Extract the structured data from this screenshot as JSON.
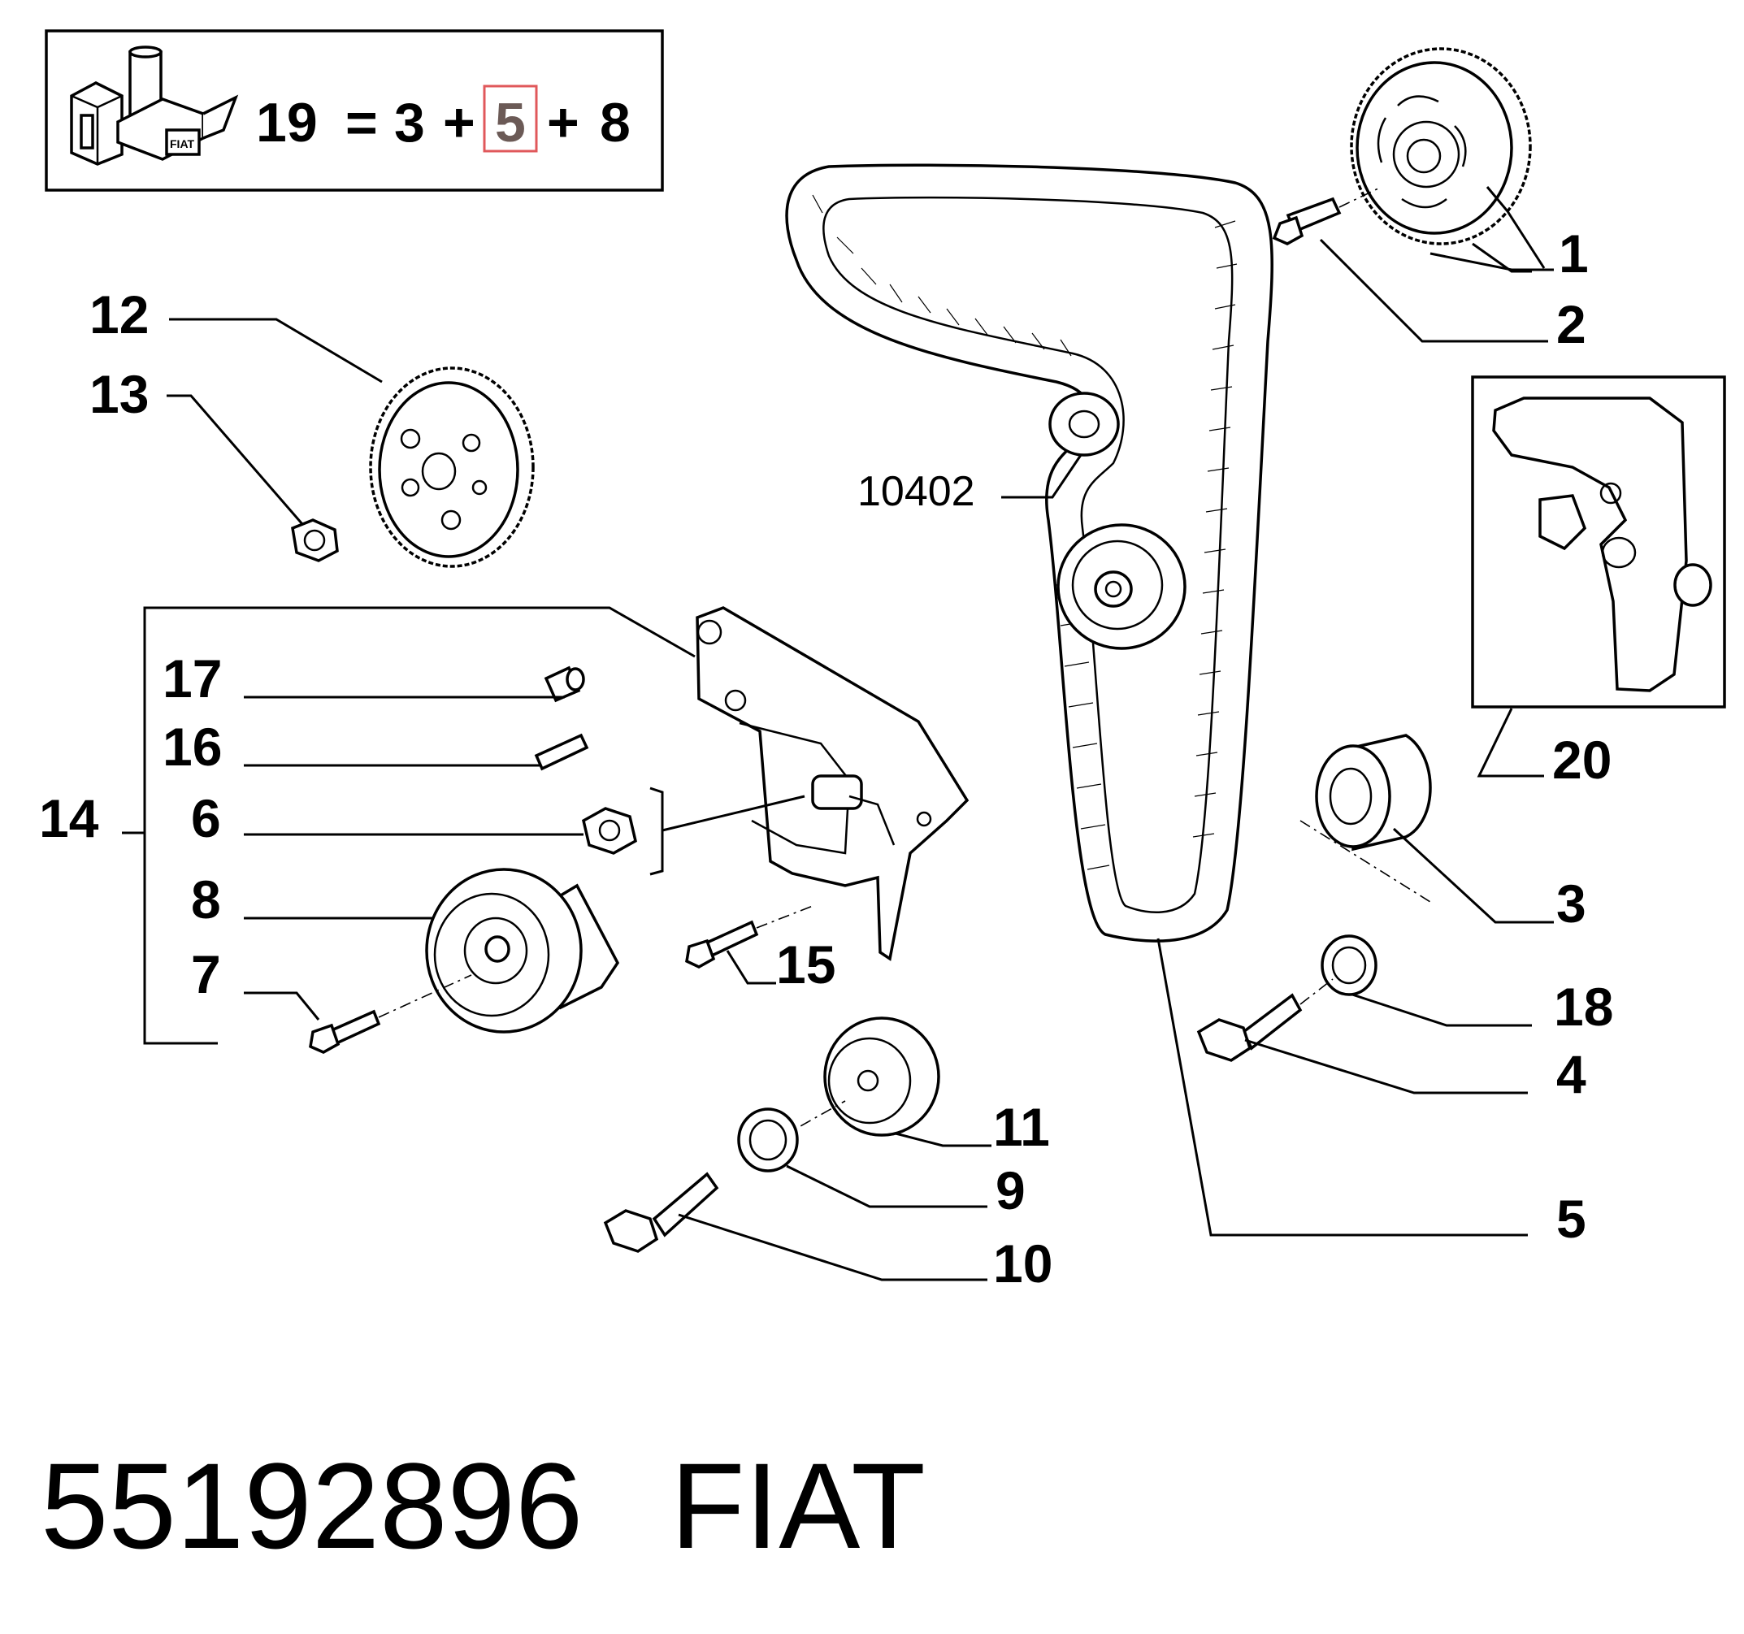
{
  "kit_formula": {
    "result": "19",
    "equals": "=",
    "part_a": "3",
    "plus_1": "+",
    "part_b": "5",
    "plus_2": "+",
    "part_c": "8"
  },
  "kit_icon": {
    "name": "kit-box-icon",
    "brand_text": "FIAT"
  },
  "callouts": {
    "c1": "1",
    "c2": "2",
    "c3": "3",
    "c4": "4",
    "c5": "5",
    "c6": "6",
    "c7": "7",
    "c8": "8",
    "c9": "9",
    "c10": "10",
    "c11": "11",
    "c12": "12",
    "c13": "13",
    "c14": "14",
    "c15": "15",
    "c16": "16",
    "c17": "17",
    "c18": "18",
    "c20": "20",
    "c10402": "10402"
  },
  "footer": {
    "part_number": "55192896",
    "brand": "FIAT"
  },
  "colors": {
    "ink": "#000000",
    "highlight_border": "#e0585b",
    "highlight_text": "#6b5a56"
  }
}
